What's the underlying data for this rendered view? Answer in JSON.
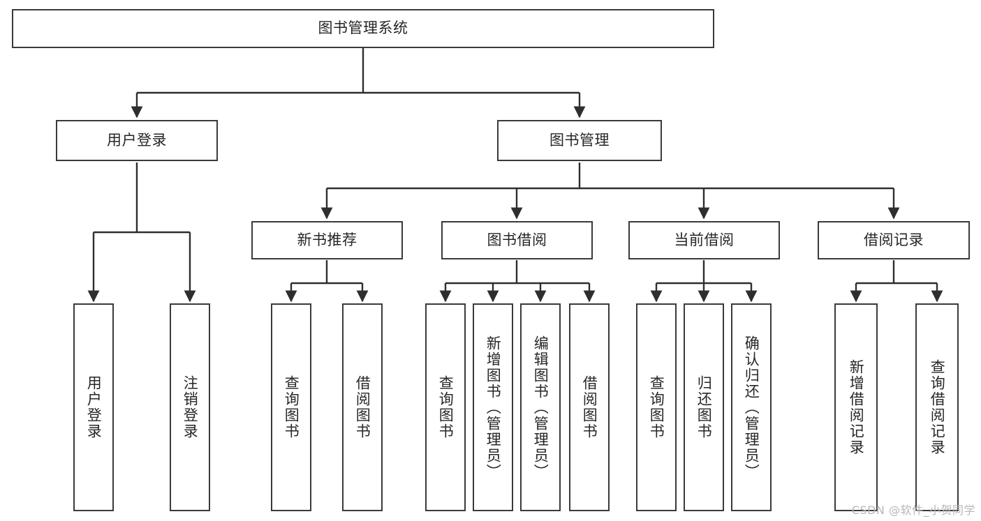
{
  "diagram": {
    "type": "tree",
    "title": "图书管理系统",
    "watermark": "CSDN @软件_小贺同学",
    "colors": {
      "background": "#ffffff",
      "node_fill": "#ffffff",
      "node_border": "#3a3a3a",
      "edge": "#2e2e2e",
      "text": "#262626",
      "watermark": "#b7b7b7"
    },
    "nodes": {
      "root": {
        "label": "图书管理系统",
        "orientation": "horizontal"
      },
      "l2": [
        {
          "id": "user-login",
          "label": "用户登录",
          "orientation": "horizontal"
        },
        {
          "id": "book-manage",
          "label": "图书管理",
          "orientation": "horizontal"
        }
      ],
      "l3": [
        {
          "id": "new-book-recommend",
          "label": "新书推荐",
          "orientation": "horizontal"
        },
        {
          "id": "book-borrow",
          "label": "图书借阅",
          "orientation": "horizontal"
        },
        {
          "id": "current-borrow",
          "label": "当前借阅",
          "orientation": "horizontal"
        },
        {
          "id": "borrow-record",
          "label": "借阅记录",
          "orientation": "horizontal"
        }
      ],
      "leaves": {
        "user-login": [
          {
            "id": "leaf-user-login",
            "label": "用户登录",
            "orientation": "vertical"
          },
          {
            "id": "leaf-logout-login",
            "label": "注销登录",
            "orientation": "vertical"
          }
        ],
        "new-book-recommend": [
          {
            "id": "leaf-query-book-1",
            "label": "查询图书",
            "orientation": "vertical"
          },
          {
            "id": "leaf-borrow-book-1",
            "label": "借阅图书",
            "orientation": "vertical"
          }
        ],
        "book-borrow": [
          {
            "id": "leaf-query-book-2",
            "label": "查询图书",
            "orientation": "vertical"
          },
          {
            "id": "leaf-add-book",
            "label": "新增图书（管理员）",
            "orientation": "vertical"
          },
          {
            "id": "leaf-edit-book",
            "label": "编辑图书（管理员）",
            "orientation": "vertical"
          },
          {
            "id": "leaf-borrow-book-2",
            "label": "借阅图书",
            "orientation": "vertical"
          }
        ],
        "current-borrow": [
          {
            "id": "leaf-query-book-3",
            "label": "查询图书",
            "orientation": "vertical"
          },
          {
            "id": "leaf-return-book",
            "label": "归还图书",
            "orientation": "vertical"
          },
          {
            "id": "leaf-confirm-return",
            "label": "确认归还（管理员）",
            "orientation": "vertical"
          }
        ],
        "borrow-record": [
          {
            "id": "leaf-add-record",
            "label": "新增借阅记录",
            "orientation": "vertical"
          },
          {
            "id": "leaf-query-record",
            "label": "查询借阅记录",
            "orientation": "vertical"
          }
        ]
      }
    }
  }
}
